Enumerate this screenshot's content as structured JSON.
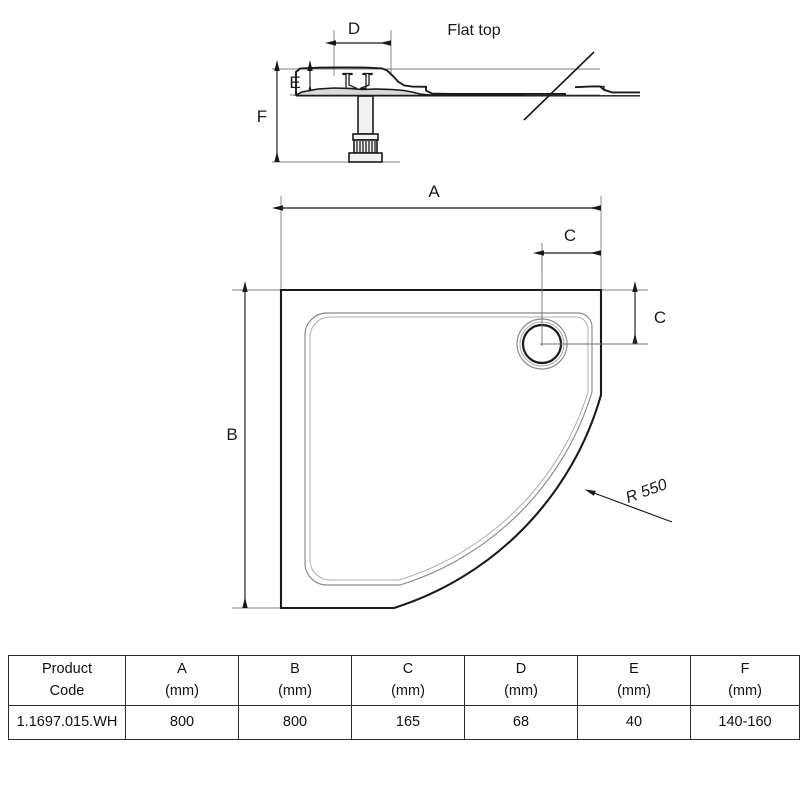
{
  "drawing": {
    "section_note": "Flat top",
    "radius_callout": "R 550",
    "dimension_labels": {
      "A": "A",
      "B": "B",
      "C_horizontal": "C",
      "C_vertical": "C",
      "D": "D",
      "E": "E",
      "F": "F"
    }
  },
  "table": {
    "headers": [
      {
        "line1": "Product",
        "line2": "Code"
      },
      {
        "line1": "A",
        "line2": "(mm)"
      },
      {
        "line1": "B",
        "line2": "(mm)"
      },
      {
        "line1": "C",
        "line2": "(mm)"
      },
      {
        "line1": "D",
        "line2": "(mm)"
      },
      {
        "line1": "E",
        "line2": "(mm)"
      },
      {
        "line1": "F",
        "line2": "(mm)"
      }
    ],
    "rows": [
      {
        "product_code": "1.1697.015.WH",
        "A": "800",
        "B": "800",
        "C": "165",
        "D": "68",
        "E": "40",
        "F": "140-160"
      }
    ]
  },
  "colors": {
    "line": "#1a1a1a",
    "thin_line": "#7d7d7d",
    "rim": "#8a8a8a",
    "section_fill": "#d9d9d9",
    "background": "#ffffff"
  }
}
